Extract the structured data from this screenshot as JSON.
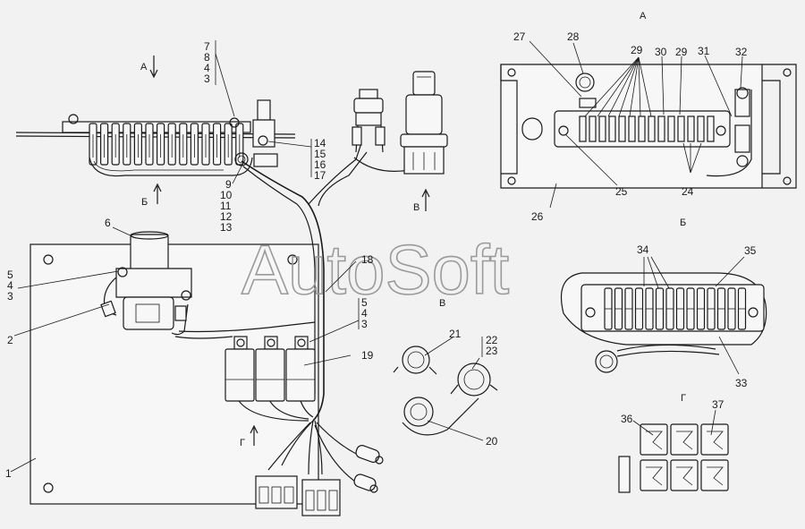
{
  "watermark": "AutoSoft",
  "view_labels": {
    "a_top": "А",
    "a_arrow": "А",
    "b_arrow": "Б",
    "v_arrow": "В",
    "g_arrow": "Г",
    "b_title": "Б",
    "v_title": "В",
    "g_title": "Г"
  },
  "callouts": {
    "n1": "1",
    "n2": "2",
    "n3a": "3",
    "n4a": "4",
    "n5a": "5",
    "n6": "6",
    "n7": "7",
    "n8": "8",
    "n4b": "4",
    "n3b": "3",
    "n9": "9",
    "n10": "10",
    "n11": "11",
    "n12": "12",
    "n13": "13",
    "n14": "14",
    "n15": "15",
    "n16": "16",
    "n17": "17",
    "n18": "18",
    "n5c": "5",
    "n4c": "4",
    "n3c": "3",
    "n19": "19",
    "n20": "20",
    "n21": "21",
    "n22": "22",
    "n23": "23",
    "n24": "24",
    "n25": "25",
    "n26": "26",
    "n27": "27",
    "n28": "28",
    "n29a": "29",
    "n30": "30",
    "n29b": "29",
    "n31": "31",
    "n32": "32",
    "n33": "33",
    "n34": "34",
    "n35": "35",
    "n36": "36",
    "n37": "37"
  }
}
